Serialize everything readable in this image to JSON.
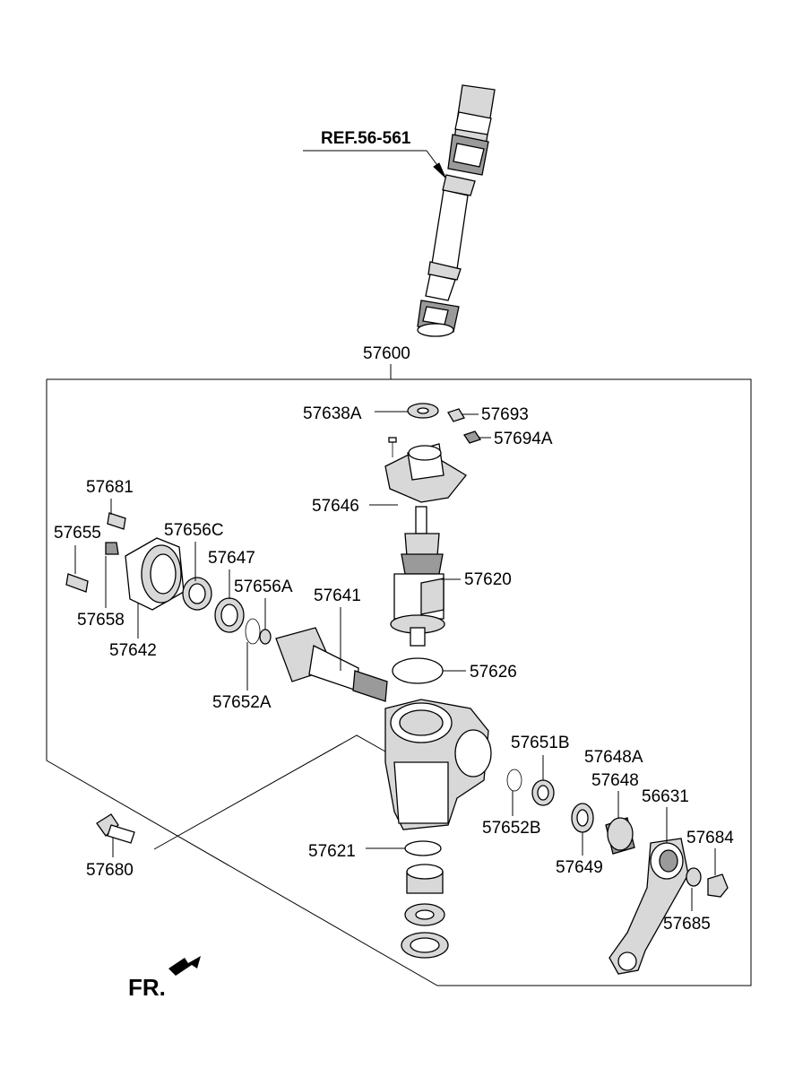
{
  "ref_label": "REF.56-561",
  "assembly_label": "57600",
  "front_label": "FR.",
  "parts": {
    "p57638A": "57638A",
    "p57693": "57693",
    "p57694A": "57694A",
    "p57681": "57681",
    "p57656C": "57656C",
    "p57655": "57655",
    "p57647": "57647",
    "p57646": "57646",
    "p57656A": "57656A",
    "p57620": "57620",
    "p57641": "57641",
    "p57658": "57658",
    "p57642": "57642",
    "p57626": "57626",
    "p57652A": "57652A",
    "p57651B": "57651B",
    "p57648A": "57648A",
    "p57648": "57648",
    "p56631": "56631",
    "p57652B": "57652B",
    "p57684": "57684",
    "p57621": "57621",
    "p57649": "57649",
    "p57680": "57680",
    "p57685": "57685"
  }
}
